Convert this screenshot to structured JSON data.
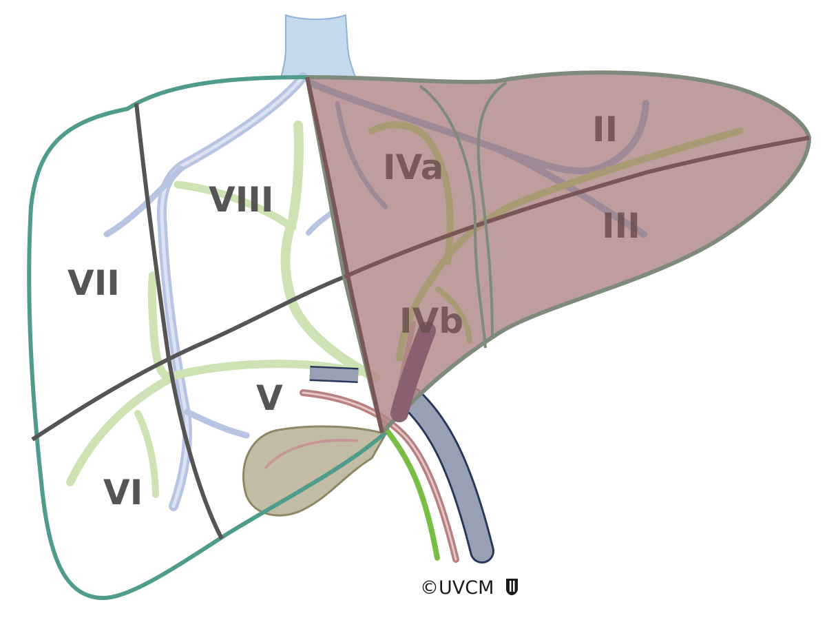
{
  "segments": {
    "s2": "II",
    "s3": "III",
    "s4a": "IVa",
    "s4b": "IVb",
    "s5": "V",
    "s6": "VI",
    "s7": "VII",
    "s8": "VIII"
  },
  "copyright": "©UVCM",
  "copyright_logo": "UVCM shield logo",
  "colors": {
    "liver_outline": "#4f9c8c",
    "left_liver_fill": "#b69493",
    "left_liver_outline": "#7e8a7a",
    "hepatic_veins": "#b7c4e0",
    "vena_cava": "#b8d2e8",
    "portal_branches": "#cfe4b5",
    "segment_lines": "#555555",
    "left_segment_lines": "#7a5656",
    "bile_duct": "#72b840",
    "hepatic_artery": "#c49a98",
    "portal_vein_trunk": "#98a0b4",
    "gallbladder": "#a9a17e"
  }
}
